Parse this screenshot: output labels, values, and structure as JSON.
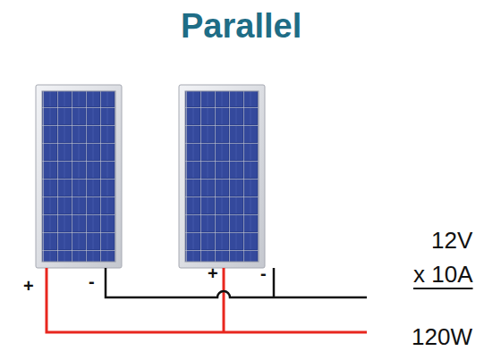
{
  "diagram": {
    "title": "Parallel",
    "labels": [
      "+",
      "-",
      "+",
      "-",
      "12V",
      "x 10A",
      "120W"
    ]
  }
}
